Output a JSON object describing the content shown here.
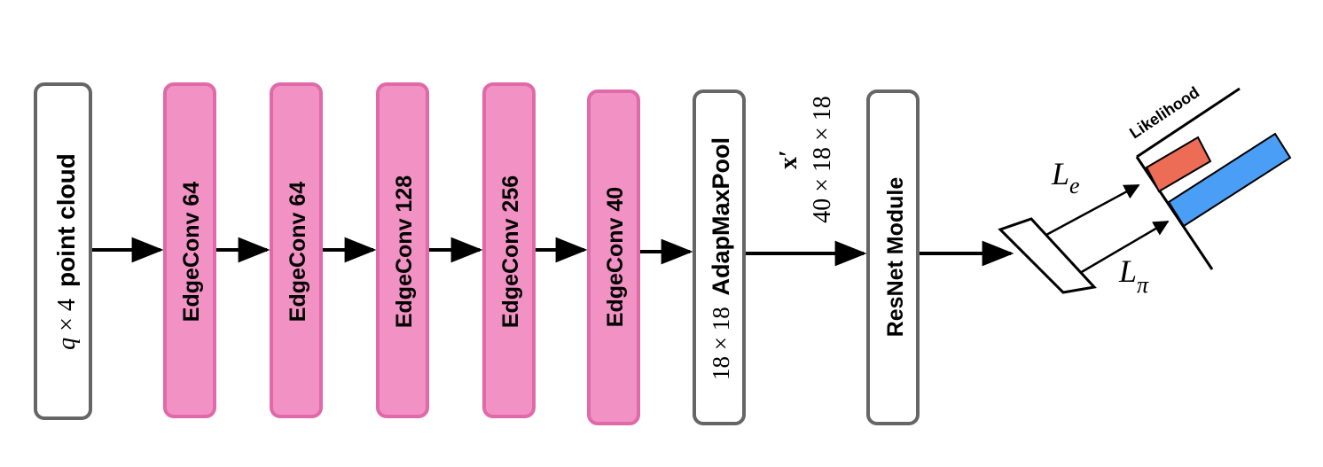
{
  "input": {
    "q": "q",
    "times": "× 4",
    "label": "point cloud"
  },
  "layers": [
    {
      "label": "EdgeConv 64"
    },
    {
      "label": "EdgeConv 64"
    },
    {
      "label": "EdgeConv 128"
    },
    {
      "label": "EdgeConv 256"
    },
    {
      "label": "EdgeConv 40"
    }
  ],
  "pool": {
    "dims": "18 × 18",
    "label": "AdapMaxPool"
  },
  "feature": {
    "symbol": "x′",
    "dims": "40 × 18 × 18"
  },
  "resnet": {
    "label": "ResNet Module"
  },
  "heads": {
    "le_main": "L",
    "le_sub": "e",
    "lpi_main": "L",
    "lpi_sub": "π",
    "likelihood": "Likelihood"
  },
  "colors": {
    "pink_fill": "#f191c4",
    "pink_stroke": "#e06aa8",
    "gray_stroke": "#666666",
    "bar_orange": "#ec6c55",
    "bar_blue": "#4a9ef5"
  }
}
